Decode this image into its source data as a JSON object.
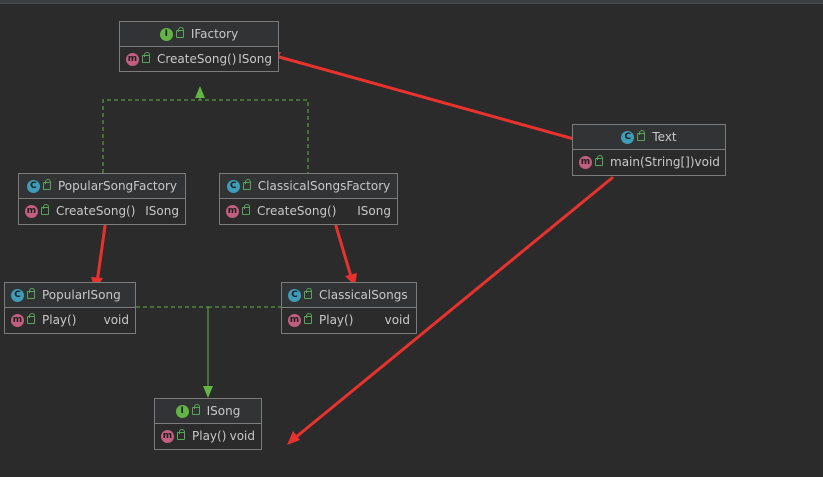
{
  "classes": {
    "ifactory": {
      "kind": "I",
      "name": "IFactory",
      "members": [
        {
          "kind": "m",
          "name": "CreateSong()",
          "type": "ISong"
        }
      ]
    },
    "text": {
      "kind": "C",
      "name": "Text",
      "members": [
        {
          "kind": "m",
          "name": "main(String[])",
          "type": "void"
        }
      ]
    },
    "popular_factory": {
      "kind": "C",
      "name": "PopularSongFactory",
      "members": [
        {
          "kind": "m",
          "name": "CreateSong()",
          "type": "ISong"
        }
      ]
    },
    "classical_factory": {
      "kind": "C",
      "name": "ClassicalSongsFactory",
      "members": [
        {
          "kind": "m",
          "name": "CreateSong()",
          "type": "ISong"
        }
      ]
    },
    "popular_isong": {
      "kind": "C",
      "name": "PopularISong",
      "members": [
        {
          "kind": "m",
          "name": "Play()",
          "type": "void"
        }
      ]
    },
    "classical_songs": {
      "kind": "C",
      "name": "ClassicalSongs",
      "members": [
        {
          "kind": "m",
          "name": "Play()",
          "type": "void"
        }
      ]
    },
    "isong": {
      "kind": "I",
      "name": "ISong",
      "members": [
        {
          "kind": "m",
          "name": "Play()",
          "type": "void"
        }
      ]
    }
  },
  "colors": {
    "background": "#2b2b2b",
    "implements_line": "#62b543",
    "annotation_arrow": "#e8322d",
    "interface_badge": "#62b543",
    "class_badge": "#3f9bb8",
    "method_badge": "#c25f80"
  }
}
